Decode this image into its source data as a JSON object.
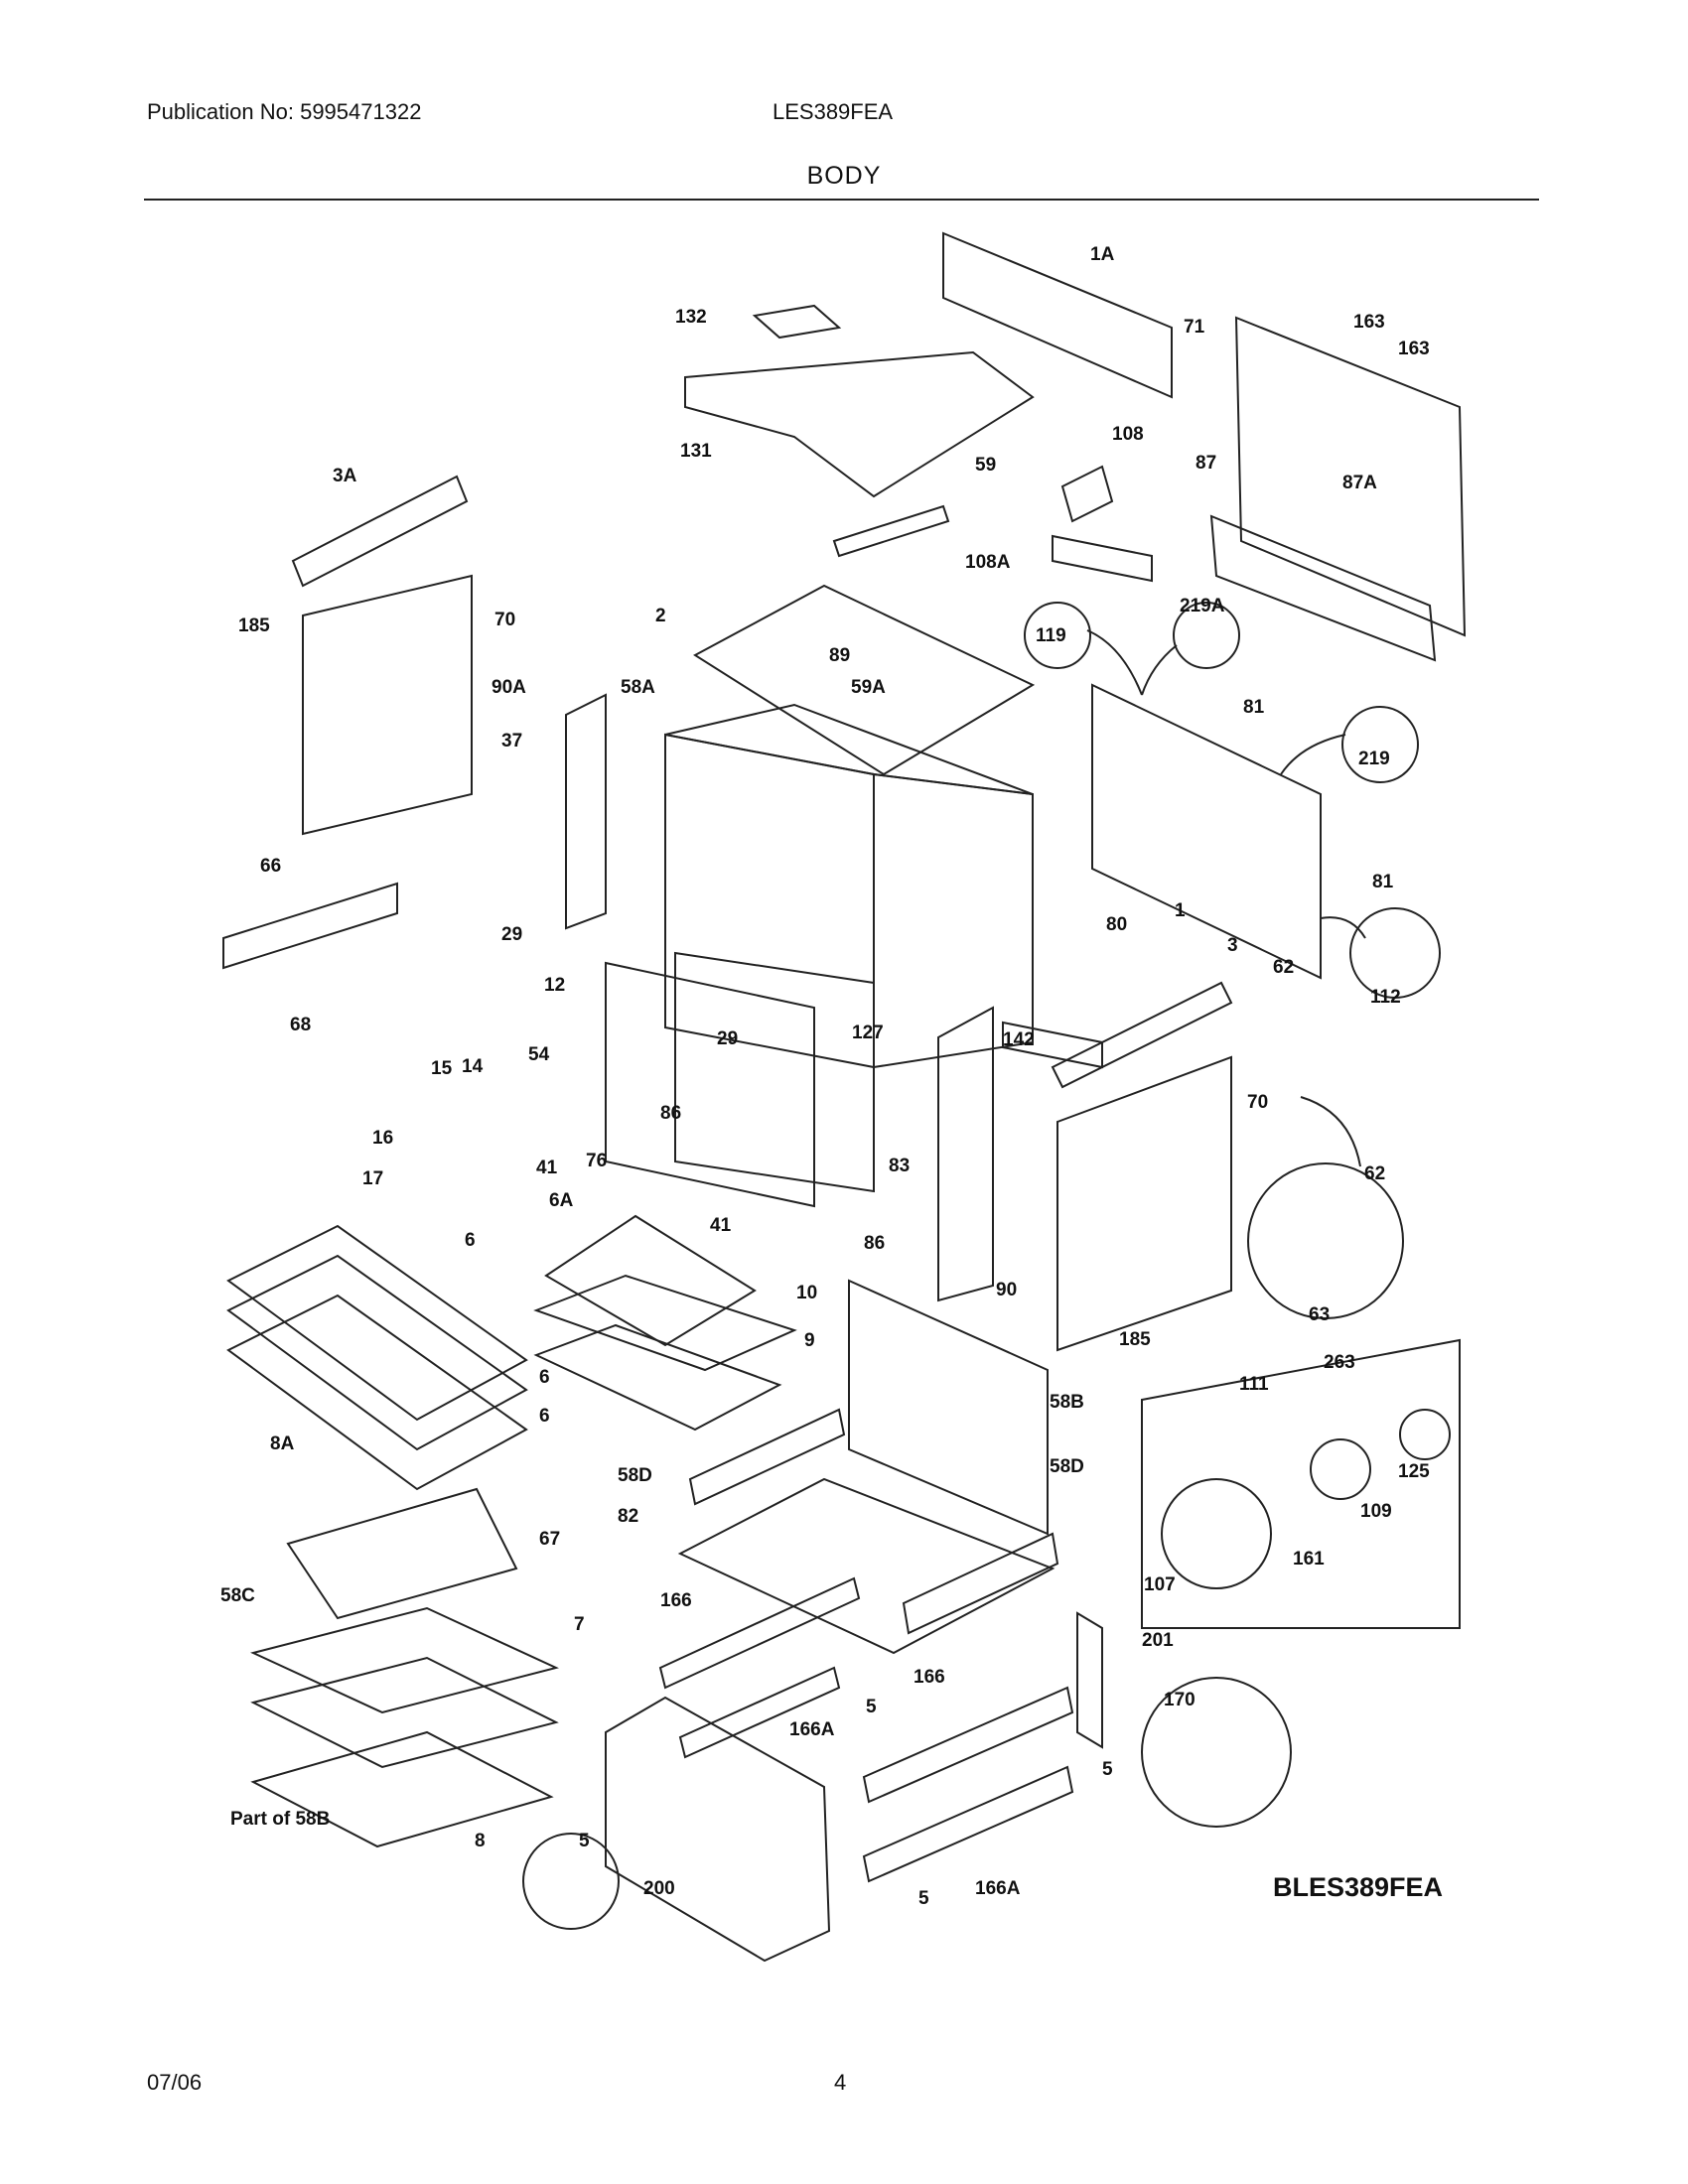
{
  "header": {
    "publication": "Publication No: 5995471322",
    "model": "LES389FEA",
    "section_title": "BODY"
  },
  "footer": {
    "date": "07/06",
    "page": "4"
  },
  "drawing": {
    "code": "BLES389FEA",
    "labels": [
      {
        "id": "lbl-1a",
        "text": "1A"
      },
      {
        "id": "lbl-132",
        "text": "132"
      },
      {
        "id": "lbl-163-a",
        "text": "163"
      },
      {
        "id": "lbl-163-b",
        "text": "163"
      },
      {
        "id": "lbl-71",
        "text": "71"
      },
      {
        "id": "lbl-108",
        "text": "108"
      },
      {
        "id": "lbl-131",
        "text": "131"
      },
      {
        "id": "lbl-59",
        "text": "59"
      },
      {
        "id": "lbl-87",
        "text": "87"
      },
      {
        "id": "lbl-87a",
        "text": "87A"
      },
      {
        "id": "lbl-3a",
        "text": "3A"
      },
      {
        "id": "lbl-108a",
        "text": "108A"
      },
      {
        "id": "lbl-119",
        "text": "119"
      },
      {
        "id": "lbl-219a",
        "text": "219A"
      },
      {
        "id": "lbl-185-a",
        "text": "185"
      },
      {
        "id": "lbl-70-a",
        "text": "70"
      },
      {
        "id": "lbl-2",
        "text": "2"
      },
      {
        "id": "lbl-89",
        "text": "89"
      },
      {
        "id": "lbl-90a",
        "text": "90A"
      },
      {
        "id": "lbl-58a",
        "text": "58A"
      },
      {
        "id": "lbl-59a",
        "text": "59A"
      },
      {
        "id": "lbl-81-a",
        "text": "81"
      },
      {
        "id": "lbl-219",
        "text": "219"
      },
      {
        "id": "lbl-37",
        "text": "37"
      },
      {
        "id": "lbl-66",
        "text": "66"
      },
      {
        "id": "lbl-81-b",
        "text": "81"
      },
      {
        "id": "lbl-29-a",
        "text": "29"
      },
      {
        "id": "lbl-80",
        "text": "80"
      },
      {
        "id": "lbl-1",
        "text": "1"
      },
      {
        "id": "lbl-3",
        "text": "3"
      },
      {
        "id": "lbl-62-a",
        "text": "62"
      },
      {
        "id": "lbl-112",
        "text": "112"
      },
      {
        "id": "lbl-12",
        "text": "12"
      },
      {
        "id": "lbl-68",
        "text": "68"
      },
      {
        "id": "lbl-54",
        "text": "54"
      },
      {
        "id": "lbl-29-b",
        "text": "29"
      },
      {
        "id": "lbl-127",
        "text": "127"
      },
      {
        "id": "lbl-142",
        "text": "142"
      },
      {
        "id": "lbl-15",
        "text": "15"
      },
      {
        "id": "lbl-14",
        "text": "14"
      },
      {
        "id": "lbl-16",
        "text": "16"
      },
      {
        "id": "lbl-86-a",
        "text": "86"
      },
      {
        "id": "lbl-70-b",
        "text": "70"
      },
      {
        "id": "lbl-41-a",
        "text": "41"
      },
      {
        "id": "lbl-76",
        "text": "76"
      },
      {
        "id": "lbl-17",
        "text": "17"
      },
      {
        "id": "lbl-83",
        "text": "83"
      },
      {
        "id": "lbl-62-b",
        "text": "62"
      },
      {
        "id": "lbl-6a",
        "text": "6A"
      },
      {
        "id": "lbl-41-b",
        "text": "41"
      },
      {
        "id": "lbl-86-b",
        "text": "86"
      },
      {
        "id": "lbl-6-a",
        "text": "6"
      },
      {
        "id": "lbl-63",
        "text": "63"
      },
      {
        "id": "lbl-90",
        "text": "90"
      },
      {
        "id": "lbl-10",
        "text": "10"
      },
      {
        "id": "lbl-9",
        "text": "9"
      },
      {
        "id": "lbl-185-b",
        "text": "185"
      },
      {
        "id": "lbl-263",
        "text": "263"
      },
      {
        "id": "lbl-111",
        "text": "111"
      },
      {
        "id": "lbl-6-b",
        "text": "6"
      },
      {
        "id": "lbl-6-c",
        "text": "6"
      },
      {
        "id": "lbl-58b",
        "text": "58B"
      },
      {
        "id": "lbl-8a",
        "text": "8A"
      },
      {
        "id": "lbl-58d-a",
        "text": "58D"
      },
      {
        "id": "lbl-58d-b",
        "text": "58D"
      },
      {
        "id": "lbl-125",
        "text": "125"
      },
      {
        "id": "lbl-82",
        "text": "82"
      },
      {
        "id": "lbl-109",
        "text": "109"
      },
      {
        "id": "lbl-67",
        "text": "67"
      },
      {
        "id": "lbl-161",
        "text": "161"
      },
      {
        "id": "lbl-107",
        "text": "107"
      },
      {
        "id": "lbl-58c",
        "text": "58C"
      },
      {
        "id": "lbl-166-a",
        "text": "166"
      },
      {
        "id": "lbl-7",
        "text": "7"
      },
      {
        "id": "lbl-201",
        "text": "201"
      },
      {
        "id": "lbl-170",
        "text": "170"
      },
      {
        "id": "lbl-166-b",
        "text": "166"
      },
      {
        "id": "lbl-5-a",
        "text": "5"
      },
      {
        "id": "lbl-166a-a",
        "text": "166A"
      },
      {
        "id": "lbl-5-b",
        "text": "5"
      },
      {
        "id": "lbl-part58b",
        "text": "Part of 58B"
      },
      {
        "id": "lbl-8",
        "text": "8"
      },
      {
        "id": "lbl-5-c",
        "text": "5"
      },
      {
        "id": "lbl-200",
        "text": "200"
      },
      {
        "id": "lbl-166a-b",
        "text": "166A"
      },
      {
        "id": "lbl-5-d",
        "text": "5"
      }
    ]
  }
}
